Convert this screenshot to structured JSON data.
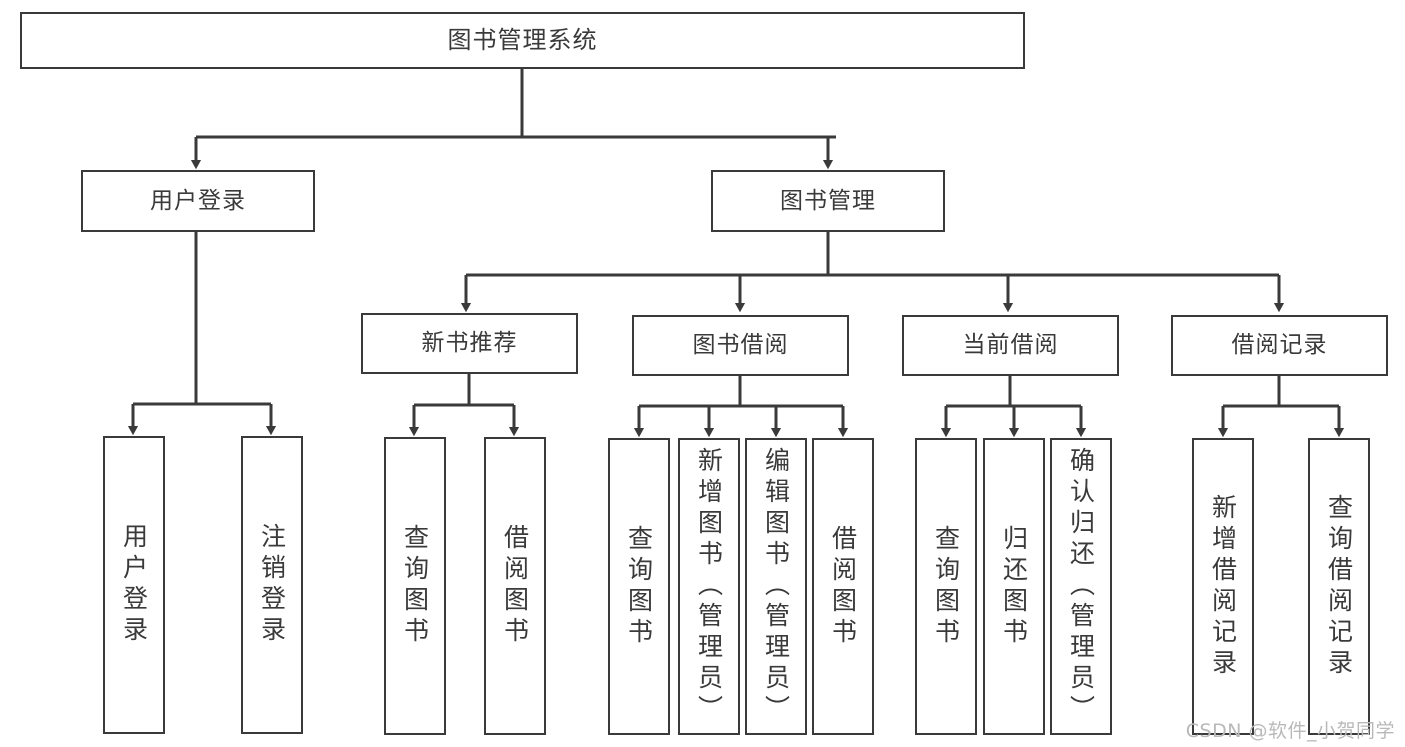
{
  "diagram": {
    "title": "图书管理系统",
    "type": "tree-hierarchy",
    "line_color": "#3a3a3a",
    "text_color": "#3a3a3a",
    "background": "#ffffff"
  },
  "root": {
    "label": "图书管理系统"
  },
  "level2": [
    {
      "label": "用户登录"
    },
    {
      "label": "图书管理"
    }
  ],
  "level3": [
    {
      "label": "新书推荐"
    },
    {
      "label": "图书借阅"
    },
    {
      "label": "当前借阅"
    },
    {
      "label": "借阅记录"
    }
  ],
  "leaves": {
    "user_login": [
      {
        "label": "用户登录"
      },
      {
        "label": "注销登录"
      }
    ],
    "new_book": [
      {
        "label": "查询图书"
      },
      {
        "label": "借阅图书"
      }
    ],
    "book_borrow": [
      {
        "label": "查询图书"
      },
      {
        "label": "新增图书（管理员）"
      },
      {
        "label": "编辑图书（管理员）"
      },
      {
        "label": "借阅图书"
      }
    ],
    "current_borrow": [
      {
        "label": "查询图书"
      },
      {
        "label": "归还图书"
      },
      {
        "label": "确认归还（管理员）"
      }
    ],
    "borrow_record": [
      {
        "label": "新增借阅记录"
      },
      {
        "label": "查询借阅记录"
      }
    ]
  },
  "watermark": {
    "text": "CSDN @软件_小贺同学"
  }
}
